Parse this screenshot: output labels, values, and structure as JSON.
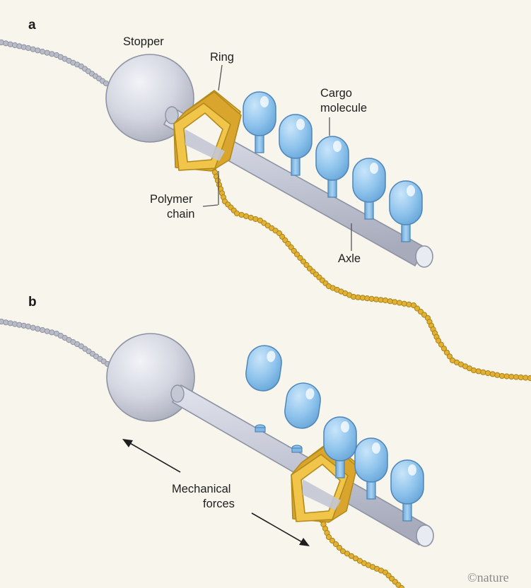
{
  "panel_a": {
    "letter": "a",
    "labels": {
      "stopper": "Stopper",
      "ring": "Ring",
      "cargo_line1": "Cargo",
      "cargo_line2": "molecule",
      "polymer_line1": "Polymer",
      "polymer_line2": "chain",
      "axle": "Axle"
    }
  },
  "panel_b": {
    "letter": "b",
    "labels": {
      "forces_line1": "Mechanical",
      "forces_line2": "forces"
    }
  },
  "credit": "©nature",
  "colors": {
    "background": "#f7f5ec",
    "ring_gold": "#e8b93a",
    "polymer_bead_gold": "#e2b032",
    "cargo_blue": "#8ec3ec",
    "stopper_gray": "#d3d6e0",
    "axle_gray": "#c8cbd8",
    "gray_bead": "#b9bcc6"
  }
}
